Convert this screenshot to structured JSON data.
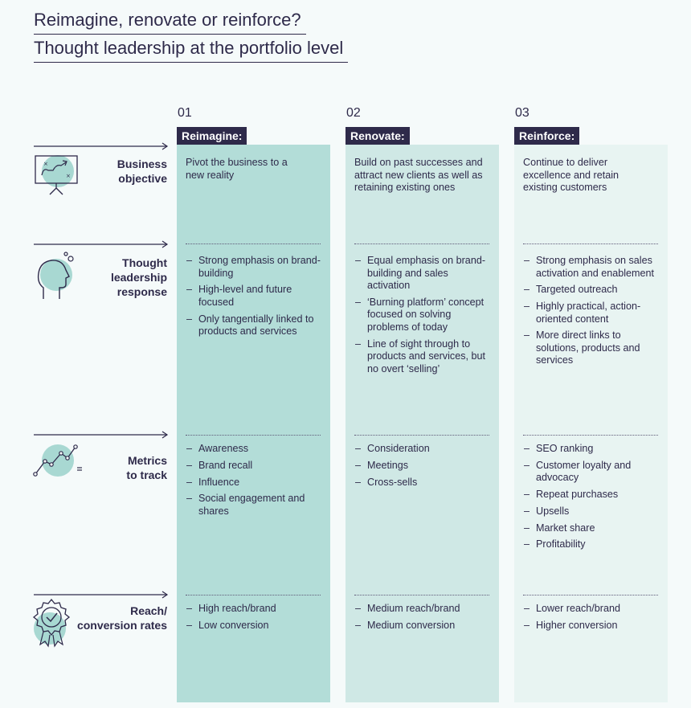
{
  "title": {
    "line1": "Reimagine, renovate or reinforce?",
    "line2": "Thought leadership at the portfolio level"
  },
  "columns": [
    {
      "number": "01",
      "name": "Reimagine:",
      "bg": "#b3ddd8"
    },
    {
      "number": "02",
      "name": "Renovate:",
      "bg": "#cfe8e5"
    },
    {
      "number": "03",
      "name": "Reinforce:",
      "bg": "#e8f4f2"
    }
  ],
  "rows": [
    {
      "label": [
        "Business",
        "objective"
      ],
      "icon": "strategy-board-icon",
      "cells": [
        "Pivot the business to a new reality",
        "Build on past successes and attract new clients as well as retaining existing ones",
        "Continue to deliver excellence and retain existing customers"
      ]
    },
    {
      "label": [
        "Thought",
        "leadership",
        "response"
      ],
      "icon": "head-thinking-icon",
      "cells": [
        [
          "Strong emphasis on brand-building",
          "High-level and future focused",
          "Only tangentially linked to products and services"
        ],
        [
          "Equal emphasis on brand-building and sales activation",
          "‘Burning platform’ concept focused on solving problems of today",
          "Line of sight through to products and services, but no overt ‘selling’"
        ],
        [
          "Strong emphasis on sales activation and enablement",
          "Targeted outreach",
          "Highly practical, action-oriented content",
          "More direct links to solutions, products and services"
        ]
      ]
    },
    {
      "label": [
        "Metrics",
        "to track"
      ],
      "icon": "line-chart-icon",
      "cells": [
        [
          "Awareness",
          "Brand recall",
          "Influence",
          "Social engagement and shares"
        ],
        [
          "Consideration",
          "Meetings",
          "Cross-sells"
        ],
        [
          "SEO ranking",
          "Customer loyalty and advocacy",
          "Repeat purchases",
          "Upsells",
          "Market share",
          "Profitability"
        ]
      ]
    },
    {
      "label": [
        "Reach/",
        "conversion rates"
      ],
      "icon": "award-badge-icon",
      "cells": [
        [
          "High reach/brand",
          "Low conversion"
        ],
        [
          "Medium reach/brand",
          "Medium conversion"
        ],
        [
          "Lower reach/brand",
          "Higher conversion"
        ]
      ]
    }
  ]
}
